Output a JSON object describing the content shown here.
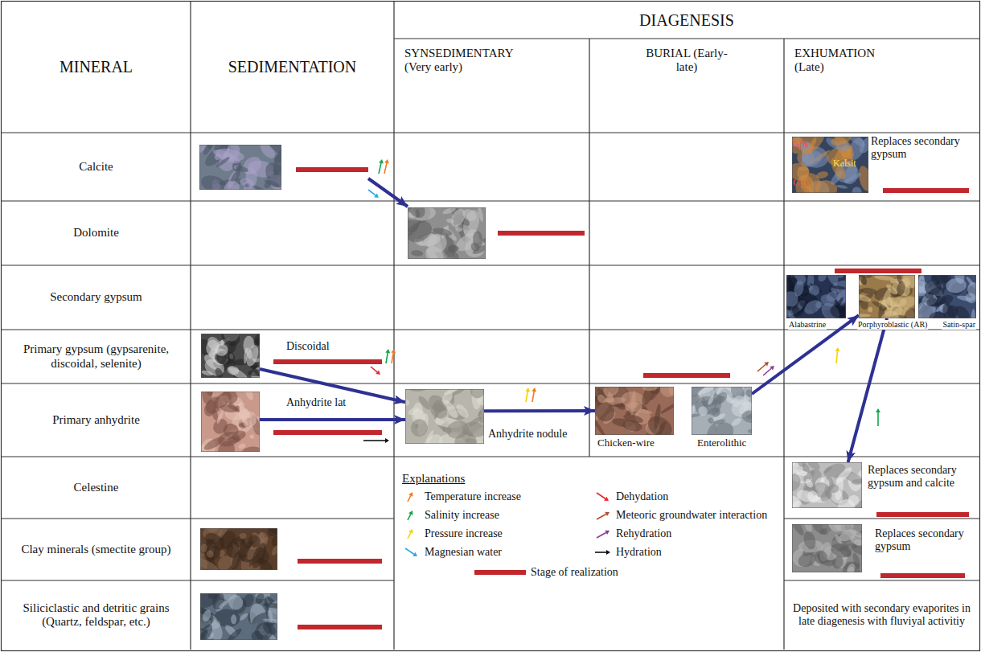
{
  "diagram": {
    "nodes": [
      {
        "text": [
          "Alabastrine"
        ]
      },
      {
        "text": [
          "Porphyroblastic (AR)"
        ]
      },
      {
        "text": [
          "Satin-spar"
        ]
      },
      {
        "text": [
          "Discoidal"
        ]
      },
      {
        "text": [
          "Anhydrite lat"
        ]
      },
      {
        "text": [
          "Anhydrite nodule"
        ]
      },
      {
        "text": [
          "Chicken-wire"
        ]
      },
      {
        "text": [
          "Enterolithic"
        ]
      },
      {
        "text": [
          "Replaces secondary gypsum and calcite"
        ]
      }
    ],
    "edges": [
      {
        "from": 3,
        "to": 5,
        "arrow": "to"
      },
      {
        "from": 4,
        "to": 5,
        "arrow": "to"
      },
      {
        "from": 5,
        "to": 6,
        "arrow": "to"
      },
      {
        "from": 7,
        "to": 1,
        "arrow": "to"
      },
      {
        "from": 1,
        "to": 8,
        "arrow": "to"
      }
    ],
    "labels": [
      "MINERAL",
      "SEDIMENTATION",
      "DIAGENESIS",
      "SYNSEDIMENTARY (Very early)",
      "BURIAL (Early-late)",
      "EXHUMATION (Late)",
      "Calcite",
      "Gps",
      "Replaces secondary gypsum",
      "Kalsit",
      "Gps",
      "Dolomite",
      "Secondary gypsum",
      "Primary gypsum (gypsarenite, discoidal, selenite)",
      "Primary anhydrite",
      "Celestine",
      "Explanations",
      "Clay minerals (smectite group)",
      "Replaces secondary gypsum",
      "Siliciclastic and detritic grains (Quartz, feldspar, etc.)",
      "Deposited with secondary evaporites in late diagenesis with fluviyal activitiy"
    ],
    "legend": [
      {
        "text": "Temperature increase"
      },
      {
        "text": "Dehydation"
      },
      {
        "text": "Salinity increase"
      },
      {
        "text": "Meteoric groundwater interaction"
      },
      {
        "text": "Pressure increase"
      },
      {
        "text": "Rehydration"
      },
      {
        "text": "Magnesian water"
      },
      {
        "text": "Hydration"
      },
      {
        "text": "Stage of realization",
        "color": "#c1272d"
      }
    ]
  }
}
